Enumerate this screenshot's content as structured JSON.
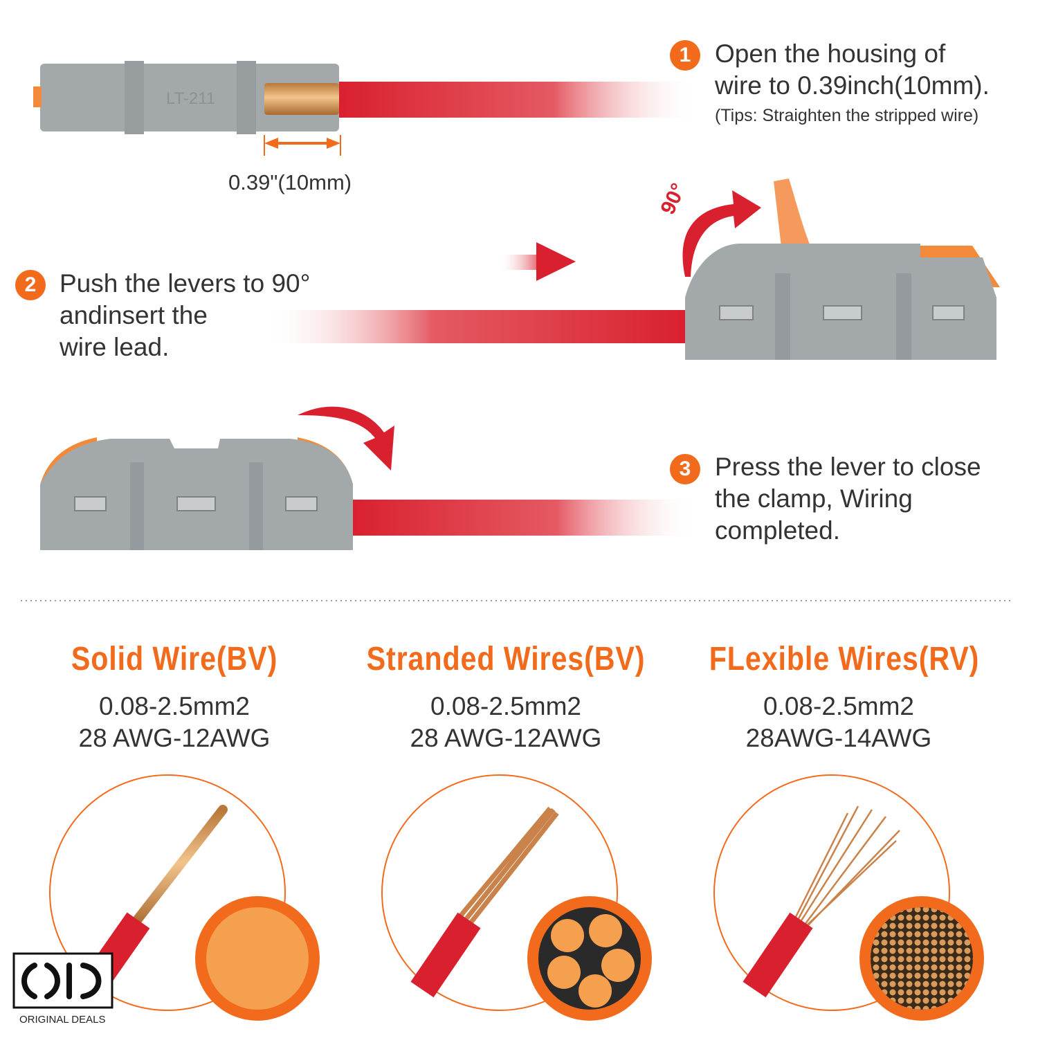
{
  "steps": [
    {
      "number": "1",
      "lines": [
        "Open the housing of",
        "wire to 0.39inch(10mm)."
      ],
      "tip": "(Tips: Straighten the stripped wire)"
    },
    {
      "number": "2",
      "lines": [
        "Push the levers to 90°",
        "andinsert the",
        "wire lead."
      ]
    },
    {
      "number": "3",
      "lines": [
        "Press the lever to close",
        "the clamp, Wiring",
        "completed."
      ]
    }
  ],
  "dimension_label": "0.39\"(10mm)",
  "connector_labels": {
    "model": "LT-211",
    "angle": "90°"
  },
  "wire_types": [
    {
      "title": "Solid Wire(BV)",
      "range_mm": "0.08-2.5mm2",
      "range_awg": "28 AWG-12AWG"
    },
    {
      "title": "Stranded Wires(BV)",
      "range_mm": "0.08-2.5mm2",
      "range_awg": "28 AWG-12AWG"
    },
    {
      "title": "FLexible Wires(RV)",
      "range_mm": "0.08-2.5mm2",
      "range_awg": "28AWG-14AWG"
    }
  ],
  "logo": {
    "mark": "OID",
    "text": "ORIGINAL DEALS"
  },
  "colors": {
    "accent": "#f26b1d",
    "wire": "#d9202e",
    "housing": "#a3a8ab",
    "copper": "#d9955a"
  }
}
